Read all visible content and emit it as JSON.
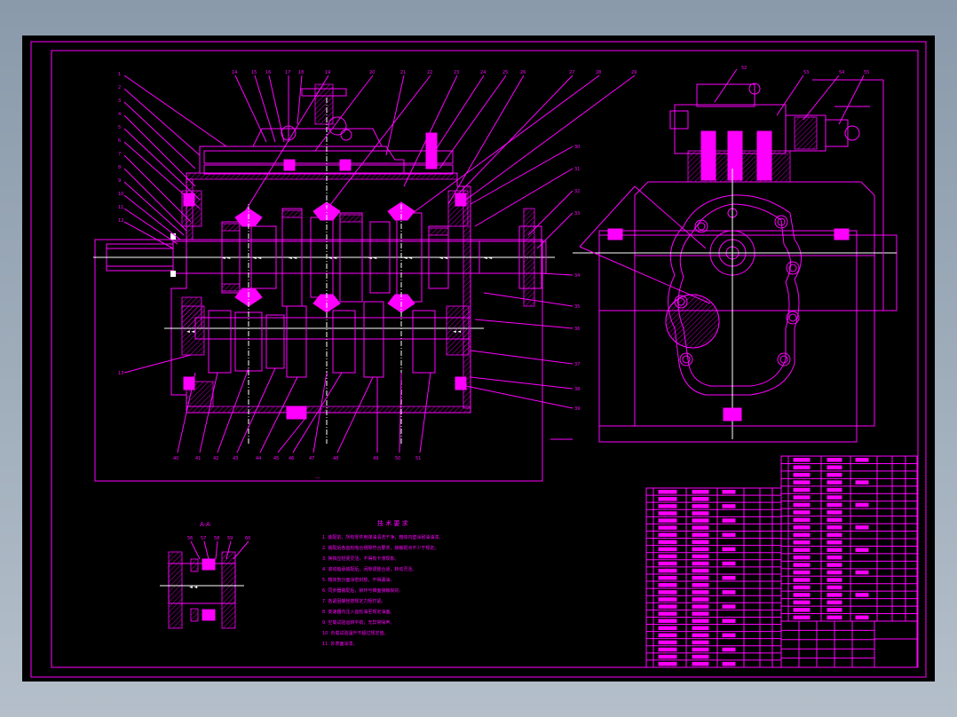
{
  "drawing": {
    "title_block": {
      "name": ""
    },
    "section_label": "A-A",
    "tech_title": "技 术 要 求",
    "tech_notes": [
      "1. 装配前，所有零件用煤油清洗干净，箱体内壁涂耐油油漆。",
      "2. 装配后各齿轮啮合侧隙符合要求，接触斑点不少于规定。",
      "3. 换挡应轻便灵活，不得有卡滞现象。",
      "4. 滚动轴承装配后，间隙调整合适，转动灵活。",
      "5. 箱体剖分面涂密封胶，不得漏油。",
      "6. 同步器装配后，锁环与锥面接触良好。",
      "7. 各紧固螺栓按规定力矩拧紧。",
      "8. 变速器内注入齿轮油至规定油面。",
      "9. 空载试验运转平稳，无异常噪声。",
      "10. 负载试验温升不超过规定值。",
      "11. 外表面涂漆。"
    ],
    "colors": {
      "line": "#ff00ff",
      "accent": "#ffffff",
      "background": "#000000",
      "frame": "#9aa8b6"
    }
  }
}
